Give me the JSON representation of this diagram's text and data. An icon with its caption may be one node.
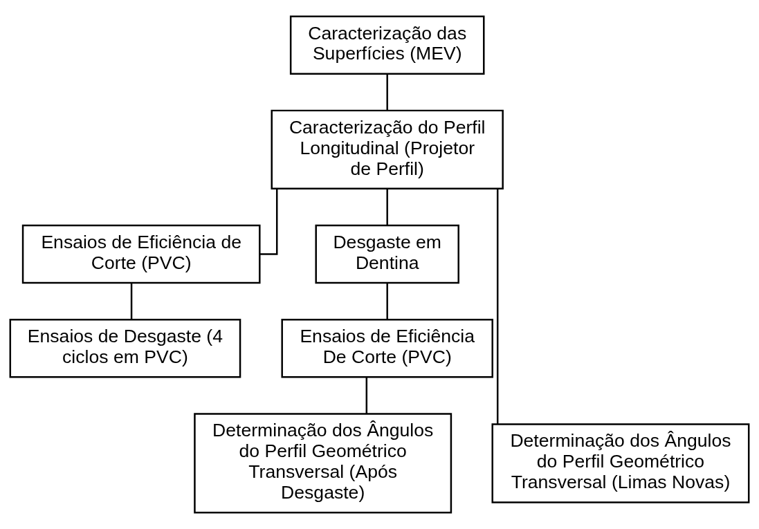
{
  "diagram": {
    "nodes": [
      {
        "text": [
          "Caracterização das Superfícies (MEV)"
        ]
      },
      {
        "text": [
          "Caracterização do Perfil Longitudinal (Projetor de Perfil)"
        ]
      },
      {
        "text": [
          "Ensaios de Eficiência de Corte (PVC)"
        ]
      },
      {
        "text": [
          "Desgaste em Dentina"
        ]
      },
      {
        "text": [
          "Ensaios de Desgaste (4 ciclos em PVC)"
        ]
      },
      {
        "text": [
          "Ensaios de Eficiência De Corte (PVC)"
        ]
      },
      {
        "text": [
          "Determinação dos Ângulos do Perfil Geométrico Transversal (Limas Novas)"
        ]
      },
      {
        "text": [
          "Determinação dos Ângulos do Perfil Geométrico Transversal (Após Desgaste)"
        ]
      }
    ],
    "edges": [
      {
        "from": 0,
        "to": 1,
        "arrow": "none"
      },
      {
        "from": 1,
        "to": 6,
        "arrow": "none"
      },
      {
        "from": 1,
        "to": 2,
        "arrow": "none"
      },
      {
        "from": 1,
        "to": 3,
        "arrow": "none"
      },
      {
        "from": 2,
        "to": 4,
        "arrow": "none"
      },
      {
        "from": 3,
        "to": 5,
        "arrow": "none"
      },
      {
        "from": 5,
        "to": 7,
        "arrow": "none"
      }
    ]
  }
}
